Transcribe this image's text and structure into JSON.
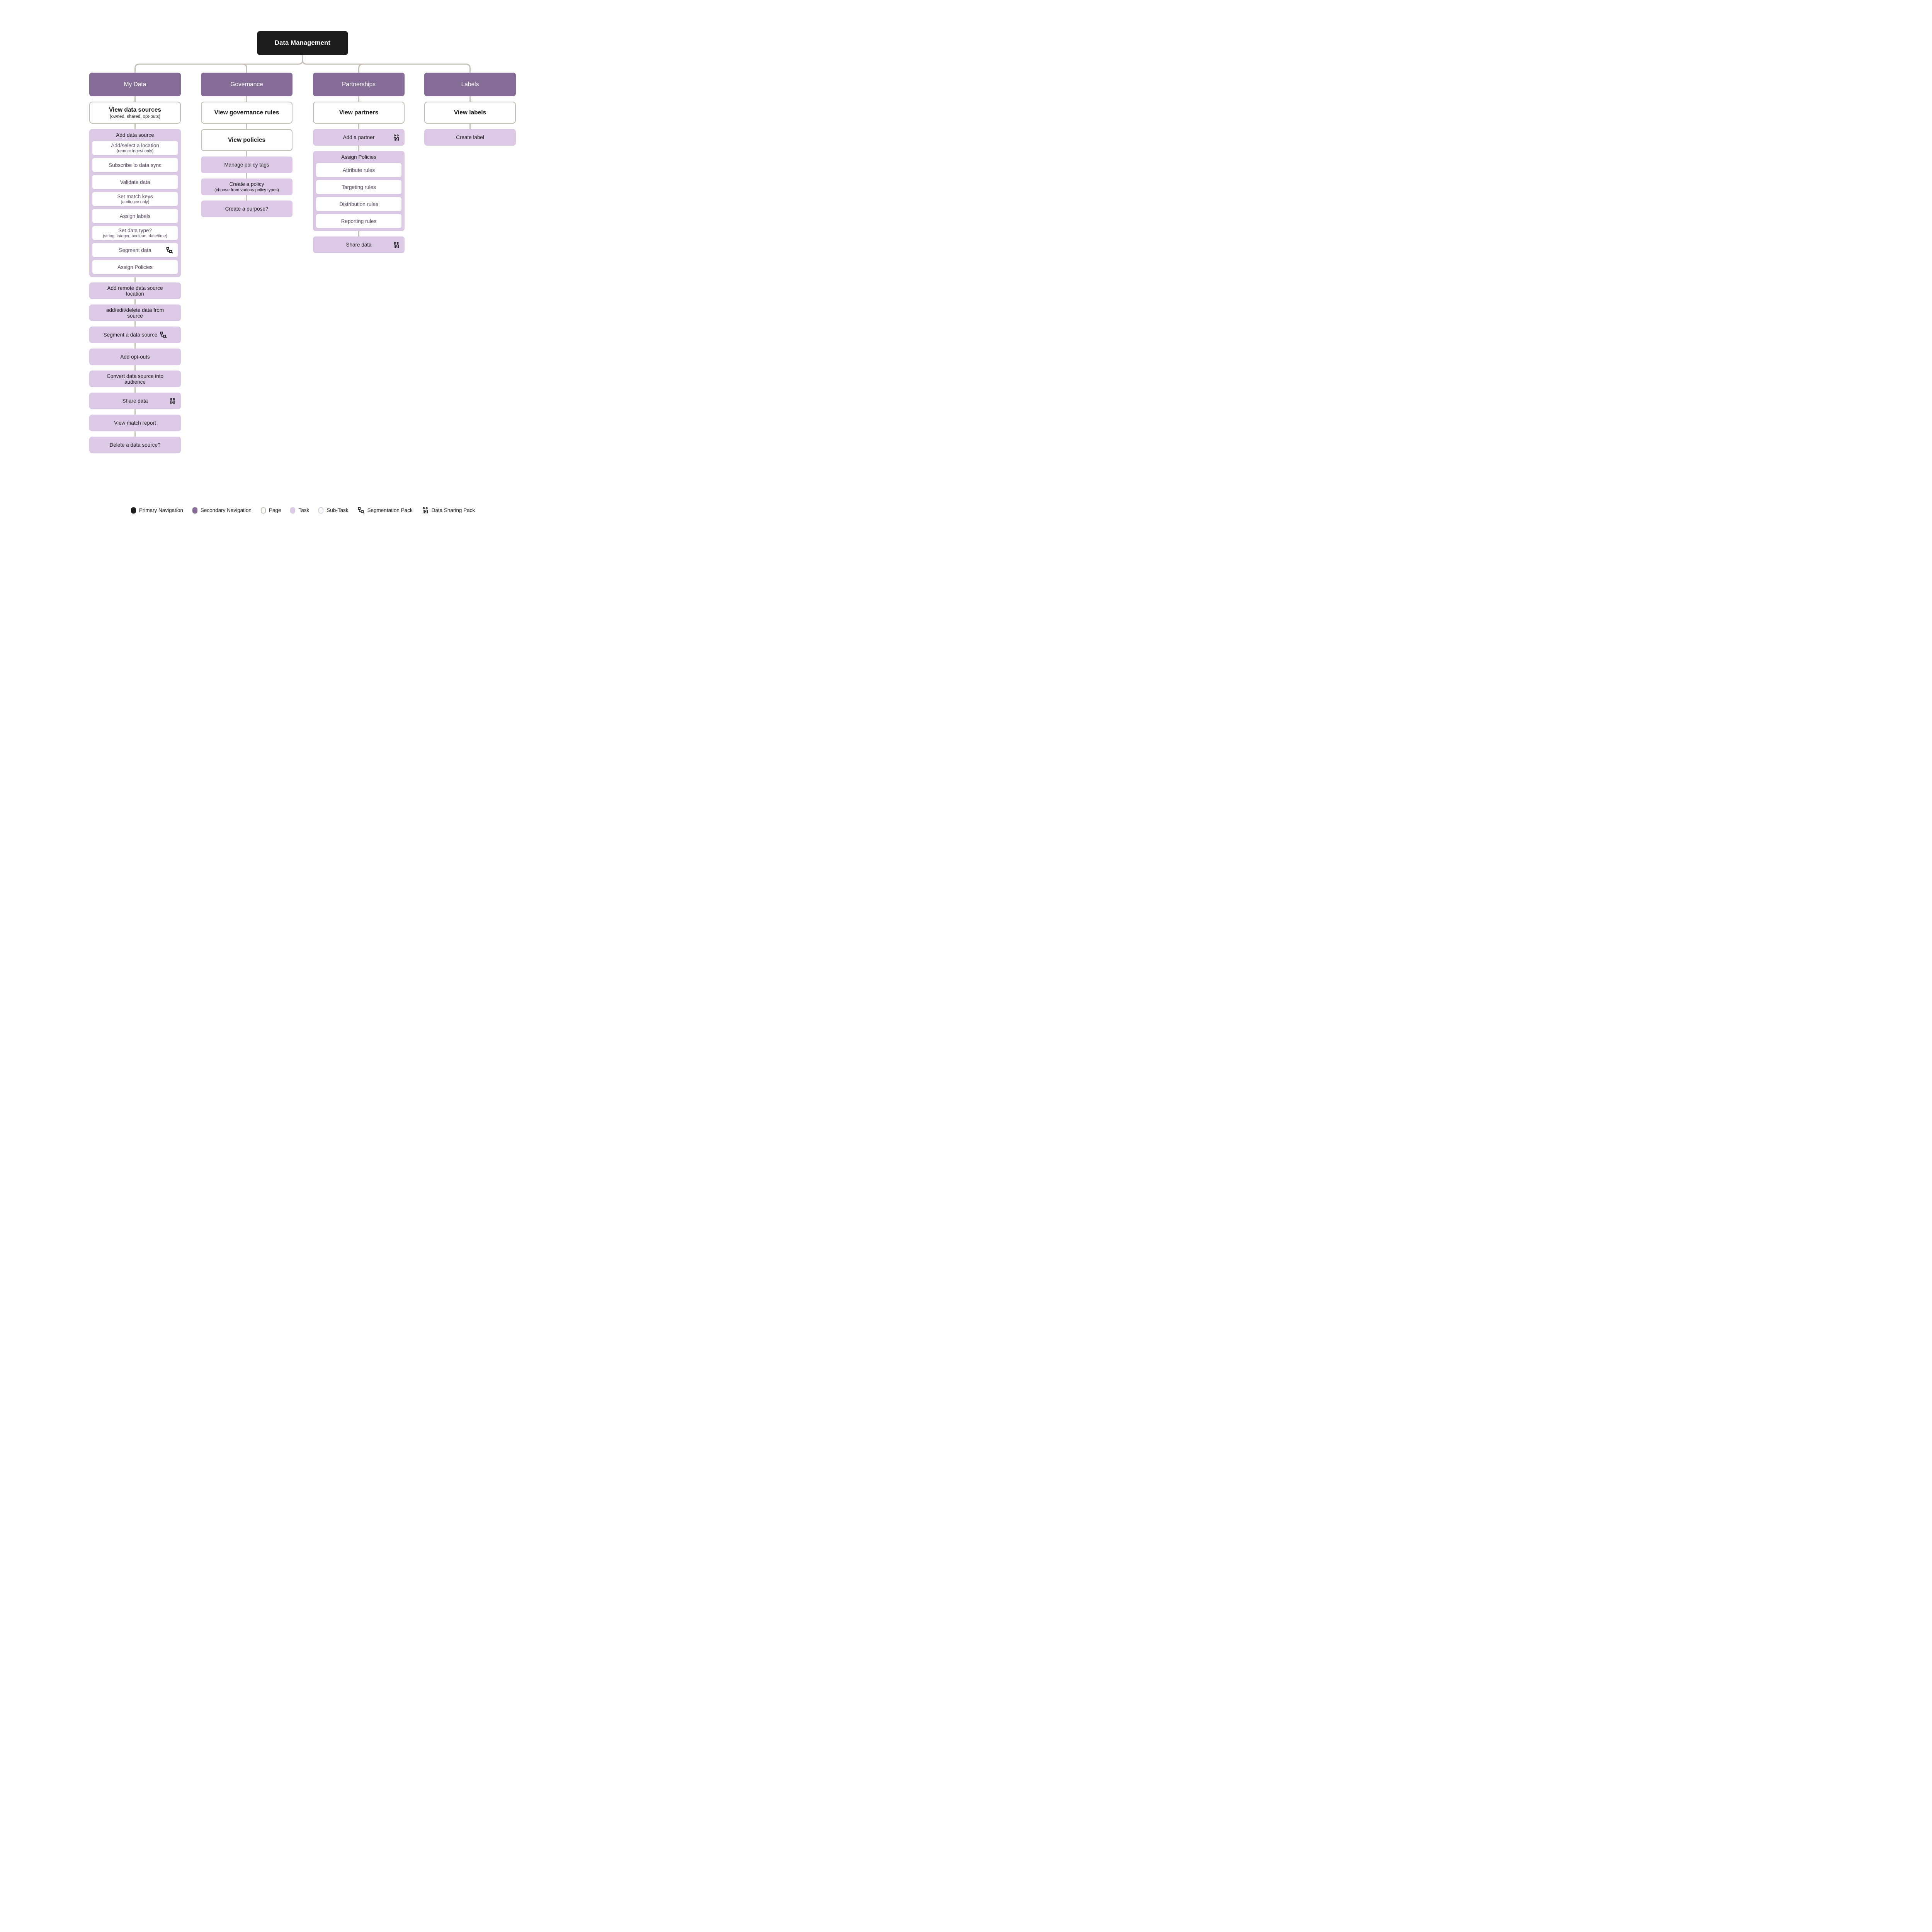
{
  "title": "Data Management",
  "colors": {
    "primary": "#1C1C1C",
    "secondary": "#846C96",
    "task": "#DBC9E5",
    "page_border": "#C4BFB6",
    "connector": "#C6C1B8",
    "subtask_text": "#5A4967"
  },
  "columns": [
    {
      "title": "My Data",
      "nodes": [
        {
          "type": "page",
          "label": "View data sources",
          "sublabel": "(owned, shared, opt-outs)"
        },
        {
          "type": "group",
          "label": "Add data source",
          "children": [
            {
              "label": "Add/select a location",
              "sublabel": "(remote ingest only)"
            },
            {
              "label": "Subscribe to data sync"
            },
            {
              "label": "Validate data"
            },
            {
              "label": "Set match keys",
              "sublabel": "(audience only)"
            },
            {
              "label": "Assign labels"
            },
            {
              "label": "Set data type?",
              "sublabel": "(string, integer, boolean, date/time)"
            },
            {
              "label": "Segment data",
              "icon": "segmentation"
            },
            {
              "label": "Assign Policies"
            }
          ]
        },
        {
          "type": "task",
          "label": "Add remote data source location"
        },
        {
          "type": "task",
          "label": "add/edit/delete data from source"
        },
        {
          "type": "task",
          "label": "Segment a data source",
          "icon": "segmentation",
          "icon_inline": true
        },
        {
          "type": "task",
          "label": "Add opt-outs"
        },
        {
          "type": "task",
          "label": "Convert data source into audience"
        },
        {
          "type": "task",
          "label": "Share data",
          "icon": "sharing"
        },
        {
          "type": "task",
          "label": "View match report"
        },
        {
          "type": "task",
          "label": "Delete a data source?"
        }
      ]
    },
    {
      "title": "Governance",
      "nodes": [
        {
          "type": "page",
          "label": "View governance rules"
        },
        {
          "type": "page",
          "label": "View policies"
        },
        {
          "type": "task",
          "label": "Manage policy tags"
        },
        {
          "type": "task",
          "label": "Create a policy",
          "sublabel": "(choose from various policy types)"
        },
        {
          "type": "task",
          "label": "Create a purpose?"
        }
      ]
    },
    {
      "title": "Partnerships",
      "nodes": [
        {
          "type": "page",
          "label": "View partners"
        },
        {
          "type": "task",
          "label": "Add a partner",
          "icon": "sharing"
        },
        {
          "type": "group",
          "label": "Assign Policies",
          "children": [
            {
              "label": "Attribute rules"
            },
            {
              "label": "Targeting rules"
            },
            {
              "label": "Distribution rules"
            },
            {
              "label": "Reporting rules"
            }
          ]
        },
        {
          "type": "task",
          "label": "Share data",
          "icon": "sharing"
        }
      ]
    },
    {
      "title": "Labels",
      "nodes": [
        {
          "type": "page",
          "label": "View labels"
        },
        {
          "type": "task",
          "label": "Create label"
        }
      ]
    }
  ],
  "legend": [
    {
      "label": "Primary Navigation",
      "swatch": "primary"
    },
    {
      "label": "Secondary Navigation",
      "swatch": "secondary"
    },
    {
      "label": "Page",
      "swatch": "page"
    },
    {
      "label": "Task",
      "swatch": "task"
    },
    {
      "label": "Sub-Task",
      "swatch": "subtask"
    },
    {
      "label": "Segmentation Pack",
      "swatch": "segmentation-icon"
    },
    {
      "label": "Data Sharing Pack",
      "swatch": "sharing-icon"
    }
  ]
}
